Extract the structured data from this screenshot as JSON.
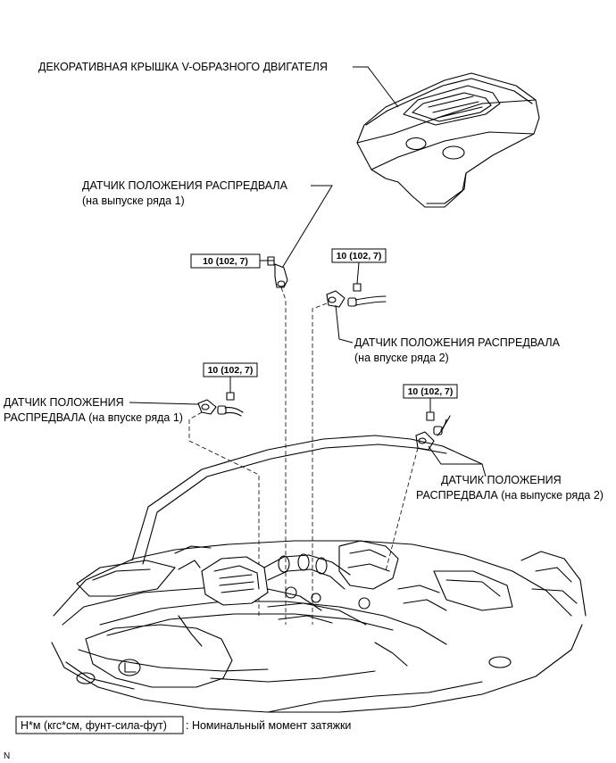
{
  "labels": {
    "engine_cover": "ДЕКОРАТИВНАЯ КРЫШКА V-ОБРАЗНОГО ДВИГАТЕЛЯ",
    "sensor_exhaust_b1": {
      "line1": "ДАТЧИК ПОЛОЖЕНИЯ РАСПРЕДВАЛА",
      "line2": "(на выпуске ряда 1)"
    },
    "sensor_intake_b2": {
      "line1": "ДАТЧИК ПОЛОЖЕНИЯ РАСПРЕДВАЛА",
      "line2": "(на впуске ряда 2)"
    },
    "sensor_intake_b1": {
      "line1": "ДАТЧИК ПОЛОЖЕНИЯ",
      "line2": "РАСПРЕДВАЛА (на впуске ряда 1)"
    },
    "sensor_exhaust_b2": {
      "line1": "ДАТЧИК ПОЛОЖЕНИЯ",
      "line2": "РАСПРЕДВАЛА (на выпуске ряда 2)"
    }
  },
  "torque": {
    "exhaust_b1": "10 (102, 7)",
    "intake_b2": "10 (102, 7)",
    "intake_b1": "10 (102, 7)",
    "exhaust_b2": "10 (102, 7)"
  },
  "legend": {
    "unit_box": "Н*м (кгс*см, фунт-сила-фут)",
    "description": ": Номинальный момент затяжки"
  },
  "corner_mark": "N"
}
